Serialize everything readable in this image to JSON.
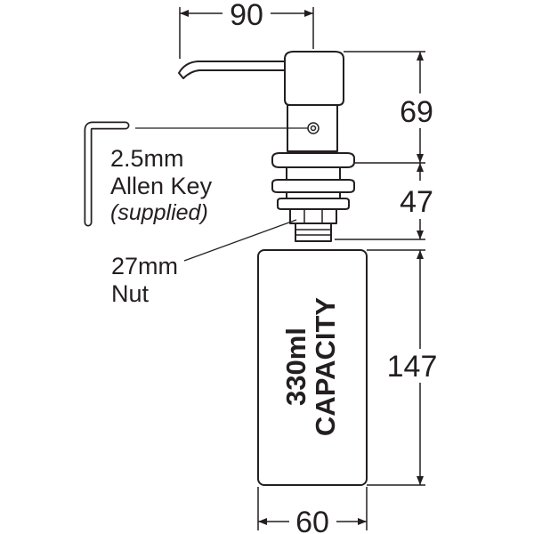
{
  "dimensions": {
    "top_width": "90",
    "head_height": "69",
    "collar_height": "47",
    "bottle_height": "147",
    "bottle_width": "60"
  },
  "labels": {
    "allen_key_size": "2.5mm",
    "allen_key_name": "Allen Key",
    "allen_key_note": "(supplied)",
    "nut_size": "27mm",
    "nut_name": "Nut"
  },
  "bottle": {
    "capacity_value": "330ml",
    "capacity_word": "CAPACITY"
  }
}
